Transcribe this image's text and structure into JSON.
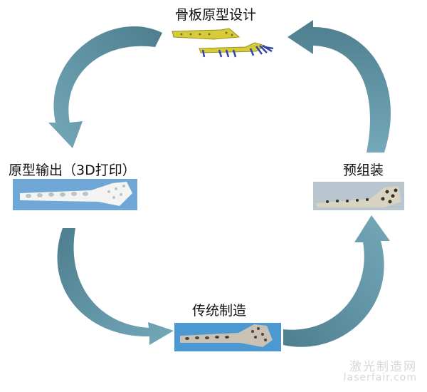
{
  "stages": {
    "design": {
      "label": "骨板原型设计"
    },
    "print": {
      "label": "原型输出（3D打印）"
    },
    "preassembly": {
      "label": "预组装"
    },
    "traditional": {
      "label": "传统制造"
    }
  },
  "watermark": {
    "title": "激光制造网",
    "url": "laserfair.com"
  },
  "colors": {
    "arrow_dark": "#4e7e8e",
    "arrow_light": "#72a7b8",
    "plate_yellow": "#d6cc3a",
    "screw_blue": "#3344aa",
    "photo_blue": "#4b98d2"
  }
}
